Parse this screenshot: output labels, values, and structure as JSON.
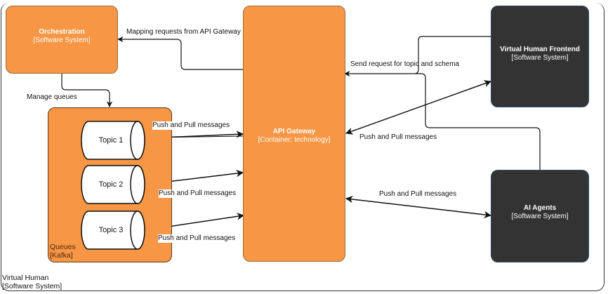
{
  "boundary": {
    "name": "Virtual Human",
    "type": "[Software System]"
  },
  "nodes": {
    "orchestration": {
      "title": "Orchestration",
      "type": "[Software System]"
    },
    "api_gateway": {
      "title": "API Gateway",
      "type": "[Container: technology]"
    },
    "vh_frontend": {
      "title": "Virtual Human Frontend",
      "type": "[Software System]"
    },
    "ai_agents": {
      "title": "AI Agents",
      "type": "[Software System]"
    },
    "queues": {
      "title": "Queues",
      "type": "[Kafka]"
    },
    "topics": [
      "Topic 1",
      "Topic 2",
      "Topic 3"
    ]
  },
  "edges": {
    "mapping": "Mapping requests from API Gateway",
    "manage_queues": "Manage queues",
    "send_request": "Send request for topic and schema",
    "push_pull_topic1": "Push and Pull messages",
    "push_pull_topic2": "Push and Pull messages",
    "push_pull_topic3": "Push and Pull messages",
    "push_pull_frontend": "Push and Pull messages",
    "push_pull_agents": "Push and Pull messages"
  },
  "colors": {
    "container_fill": "#f79645",
    "system_fill": "#333333",
    "line": "#111111"
  }
}
